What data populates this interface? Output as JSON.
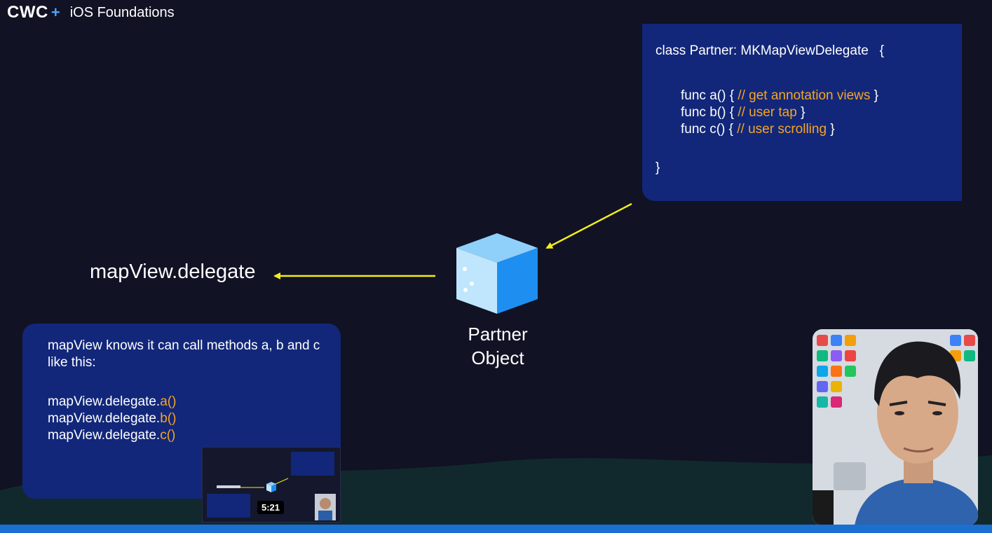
{
  "header": {
    "logo": "CWC",
    "plus": "+",
    "course_title": "iOS Foundations"
  },
  "code_box": {
    "class_decl": "class Partner: MKMapViewDelegate   {",
    "methods": [
      {
        "prefix": "func a() { ",
        "comment": "// get annotation views",
        "suffix": " }"
      },
      {
        "prefix": "func b() { ",
        "comment": "// user tap",
        "suffix": " }"
      },
      {
        "prefix": "func c() { ",
        "comment": "// user scrolling",
        "suffix": " }"
      }
    ],
    "closing": "}"
  },
  "diagram": {
    "delegate_label": "mapView.delegate",
    "partner_line1": "Partner",
    "partner_line2": "Object"
  },
  "info_box": {
    "line1": "mapView knows it can call methods a, b and c",
    "line2": "like this:",
    "calls": [
      {
        "base": "mapView.delegate.",
        "method": "a()"
      },
      {
        "base": "mapView.delegate.",
        "method": "b()"
      },
      {
        "base": "mapView.delegate.",
        "method": "c()"
      }
    ]
  },
  "preview_thumbnail": {
    "timestamp": "5:21"
  },
  "colors": {
    "background": "#111224",
    "panel": "#12277a",
    "comment_orange": "#f5a524",
    "arrow_yellow": "#f2ee1a",
    "cube_blue": "#1e8ff0"
  }
}
